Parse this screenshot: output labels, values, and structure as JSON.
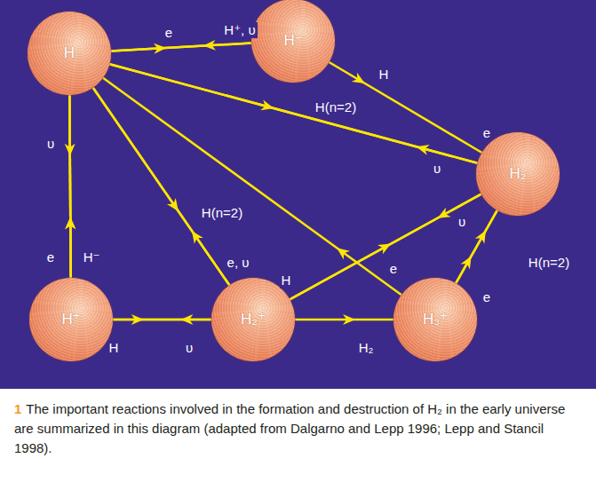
{
  "diagram": {
    "caption": "The important reactions involved in the formation and destruction of H₂ in the early universe are summarized in this diagram (adapted from Dalgarno and Lepp 1996; Lepp and Stancil 1998).",
    "nodes": [
      {
        "text": [
          "H"
        ]
      },
      {
        "text": [
          "H⁻"
        ]
      },
      {
        "text": [
          "H₂"
        ]
      },
      {
        "text": [
          "H⁺"
        ]
      },
      {
        "text": [
          "H₂⁺"
        ]
      },
      {
        "text": [
          "H₃⁺"
        ]
      }
    ],
    "edges": [
      {
        "from": 0,
        "to": 1,
        "label": "e",
        "arrow": "to"
      },
      {
        "from": 1,
        "to": 0,
        "label": "H⁺, υ",
        "arrow": "to"
      },
      {
        "from": 1,
        "to": 2,
        "label": "H",
        "arrow": "to"
      },
      {
        "from": 0,
        "to": 2,
        "label": "H(n=2)",
        "arrow": "to"
      },
      {
        "from": 2,
        "to": 0,
        "label": "υ",
        "arrow": "to"
      },
      {
        "from": 5,
        "to": 0,
        "label": "e",
        "arrow": "to"
      },
      {
        "from": 0,
        "to": 4,
        "label": "H(n=2)",
        "arrow": "to"
      },
      {
        "from": 4,
        "to": 0,
        "label": "e, υ",
        "arrow": "to"
      },
      {
        "from": 0,
        "to": 3,
        "label": "υ",
        "arrow": "to"
      },
      {
        "from": 3,
        "to": 0,
        "label": "e",
        "arrow": "to"
      },
      {
        "from": 3,
        "to": 0,
        "label": "H⁻",
        "arrow": "to"
      },
      {
        "from": 3,
        "to": 4,
        "label": "H",
        "arrow": "to"
      },
      {
        "from": 4,
        "to": 3,
        "label": "υ",
        "arrow": "to"
      },
      {
        "from": 4,
        "to": 5,
        "label": "H₂",
        "arrow": "to"
      },
      {
        "from": 4,
        "to": 2,
        "label": "H",
        "arrow": "to"
      },
      {
        "from": 2,
        "to": 4,
        "label": "υ",
        "arrow": "to"
      },
      {
        "from": 5,
        "to": 2,
        "label": "e",
        "arrow": "to"
      },
      {
        "from": 5,
        "to": 2,
        "label": "H(n=2)",
        "arrow": "to"
      }
    ],
    "labels": [
      "e",
      "1"
    ]
  }
}
